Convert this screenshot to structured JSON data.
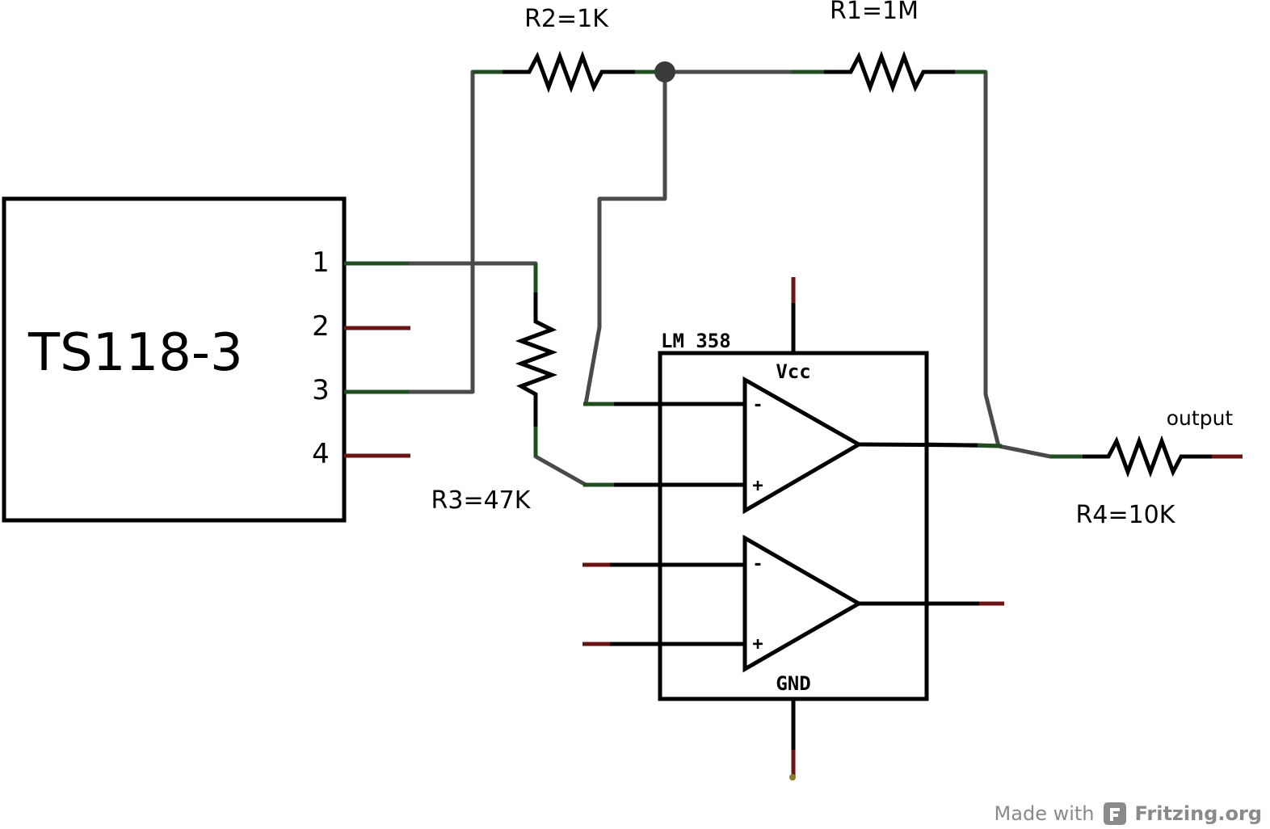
{
  "components": {
    "sensor": {
      "name": "TS118-3",
      "pins": [
        "1",
        "2",
        "3",
        "4"
      ]
    },
    "opamp": {
      "name": "LM 358",
      "vcc": "Vcc",
      "gnd": "GND",
      "minus": "-",
      "plus": "+"
    },
    "r1": "R1=1M",
    "r2": "R2=1K",
    "r3": "R3=47K",
    "r4": "R4=10K"
  },
  "output_label": "output",
  "credit": {
    "prefix": "Made with",
    "brand": "Fritzing.org",
    "logo_icon": "fritzing-logo-icon"
  },
  "colors": {
    "wire": "#4a4a4a",
    "connected_pin": "#1f4d1f",
    "unconnected_pin": "#6b1414",
    "credit_text": "#8a8a8a"
  }
}
